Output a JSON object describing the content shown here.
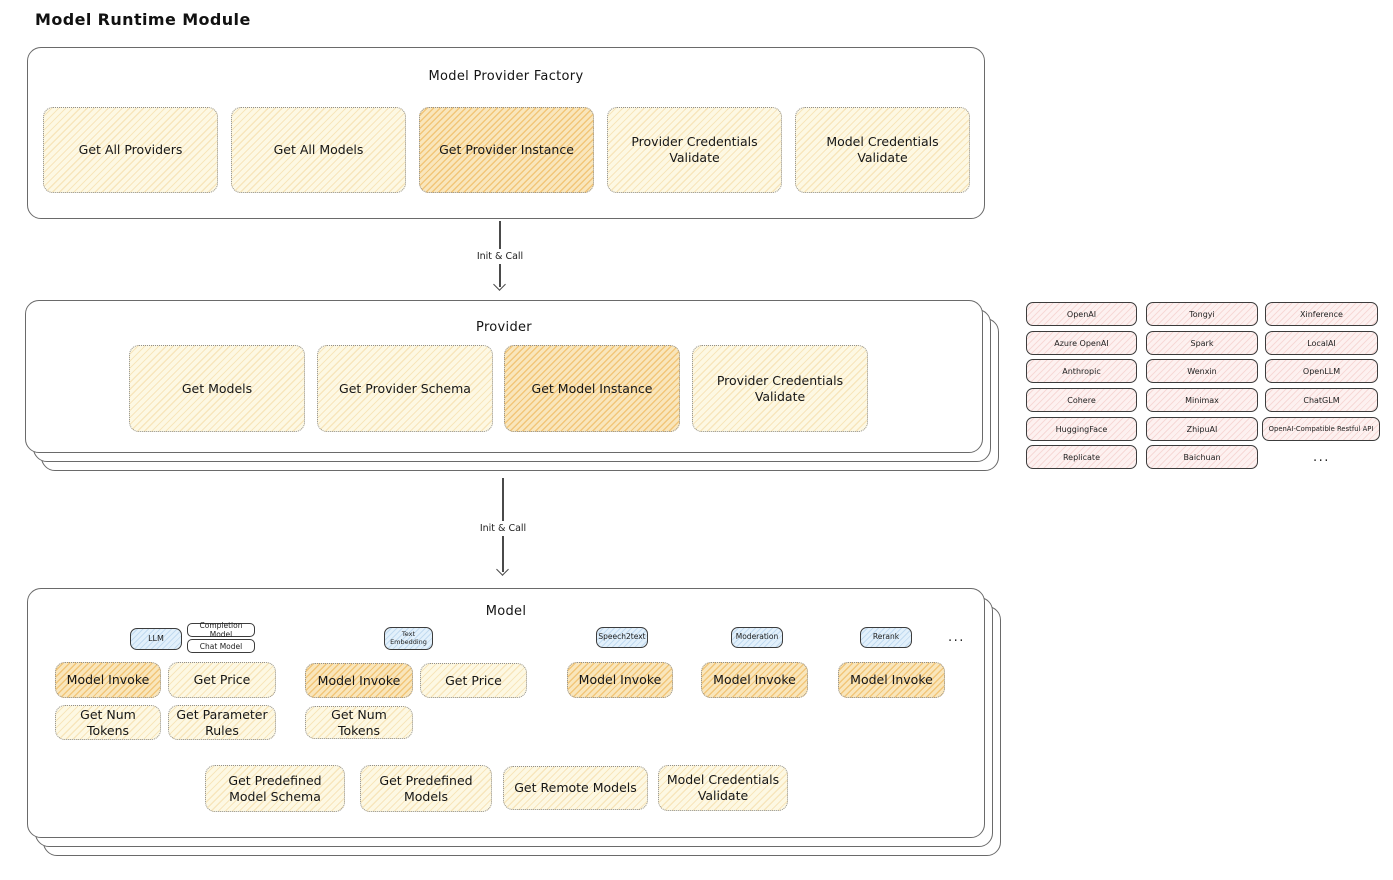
{
  "title": "Model Runtime Module",
  "arrow1_label": "Init & Call",
  "arrow2_label": "Init & Call",
  "factory": {
    "title": "Model Provider Factory",
    "items": [
      {
        "label": "Get All Providers",
        "highlighted": false
      },
      {
        "label": "Get All Models",
        "highlighted": false
      },
      {
        "label": "Get Provider Instance",
        "highlighted": true
      },
      {
        "label": "Provider Credentials Validate",
        "highlighted": false
      },
      {
        "label": "Model Credentials Validate",
        "highlighted": false
      }
    ]
  },
  "provider": {
    "title": "Provider",
    "items": [
      {
        "label": "Get Models",
        "highlighted": false
      },
      {
        "label": "Get Provider Schema",
        "highlighted": false
      },
      {
        "label": "Get Model Instance",
        "highlighted": true
      },
      {
        "label": "Provider Credentials Validate",
        "highlighted": false
      }
    ]
  },
  "provider_list": {
    "col1": [
      "OpenAI",
      "Azure OpenAI",
      "Anthropic",
      "Cohere",
      "HuggingFace",
      "Replicate"
    ],
    "col2": [
      "Tongyi",
      "Spark",
      "Wenxin",
      "Minimax",
      "ZhipuAI",
      "Baichuan"
    ],
    "col3": [
      "Xinference",
      "LocalAI",
      "OpenLLM",
      "ChatGLM",
      "OpenAI-Compatible Restful API"
    ],
    "more": "..."
  },
  "model": {
    "title": "Model",
    "types": {
      "llm": "LLM",
      "completion_model": "Completion Model",
      "chat_model": "Chat Model",
      "text_embedding": "Text Embedding",
      "speech2text": "Speech2text",
      "moderation": "Moderation",
      "rerank": "Rerank",
      "more": "..."
    },
    "actions": {
      "model_invoke": "Model Invoke",
      "get_price": "Get Price",
      "get_num_tokens": "Get Num Tokens",
      "get_parameter_rules": "Get Parameter Rules",
      "get_predefined_model_schema": "Get Predefined Model Schema",
      "get_predefined_models": "Get Predefined Models",
      "get_remote_models": "Get Remote Models",
      "model_credentials_validate": "Model Credentials Validate"
    }
  },
  "colors": {
    "chip_yellow": "#fdf8e3",
    "chip_orange": "#f9e6bc",
    "provider_pink": "#fdf1f0",
    "type_blue": "#e2f0fb",
    "panel_border": "#6a6a6a",
    "text": "#1b1b1b"
  }
}
